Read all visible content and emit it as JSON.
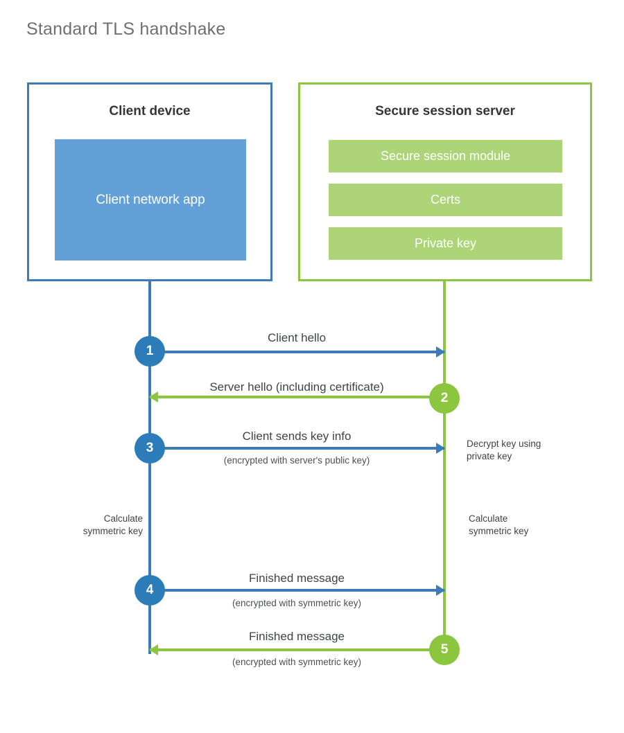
{
  "title": "Standard TLS handshake",
  "colors": {
    "client_border": "#3b7cb8",
    "client_fill": "#63a0d8",
    "client_accent": "#2b7cb8",
    "server_border": "#8cc63f",
    "server_fill": "#aed478",
    "server_accent": "#8cc63f",
    "title_text": "#6f6f6f",
    "body_text": "#3e4347",
    "background": "#ffffff"
  },
  "client": {
    "title": "Client device",
    "app_label": "Client network app"
  },
  "server": {
    "title": "Secure session server",
    "items": [
      {
        "label": "Secure session module"
      },
      {
        "label": "Certs"
      },
      {
        "label": "Private key"
      }
    ]
  },
  "steps": [
    {
      "number": "1",
      "direction": "client-to-server",
      "label": "Client hello",
      "sublabel": ""
    },
    {
      "number": "2",
      "direction": "server-to-client",
      "label": "Server hello (including certificate)",
      "sublabel": ""
    },
    {
      "number": "3",
      "direction": "client-to-server",
      "label": "Client sends key info",
      "sublabel": "(encrypted with server's public key)"
    },
    {
      "number": "4",
      "direction": "client-to-server",
      "label": "Finished message",
      "sublabel": "(encrypted with symmetric key)"
    },
    {
      "number": "5",
      "direction": "server-to-client",
      "label": "Finished message",
      "sublabel": "(encrypted with symmetric key)"
    }
  ],
  "annotations": {
    "server_decrypt": "Decrypt key using\nprivate key",
    "client_calculate": "Calculate\nsymmetric key",
    "server_calculate": "Calculate\nsymmetric key"
  }
}
